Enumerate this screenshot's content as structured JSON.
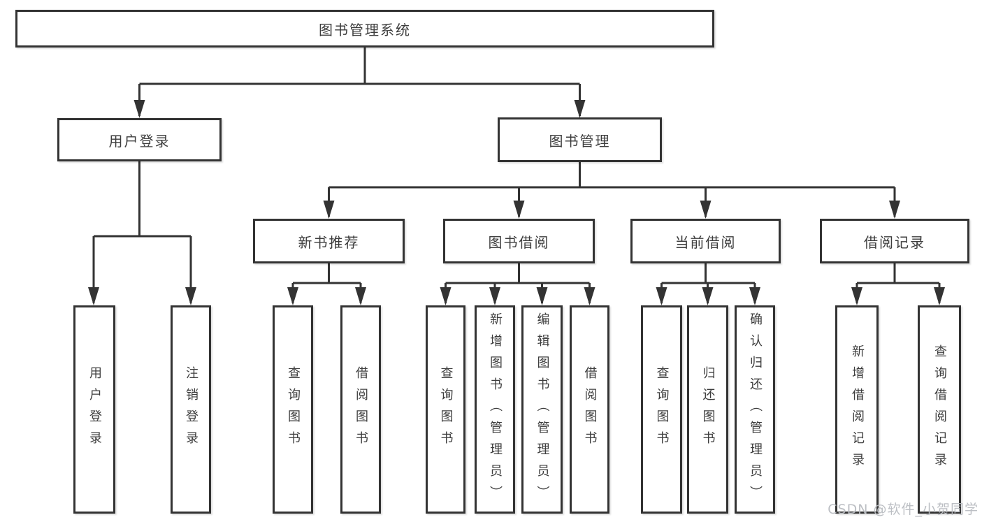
{
  "tree": {
    "label": "图书管理系统",
    "children": [
      {
        "label": "用户登录",
        "children": [
          {
            "label": "用户登录"
          },
          {
            "label": "注销登录"
          }
        ]
      },
      {
        "label": "图书管理",
        "children": [
          {
            "label": "新书推荐",
            "children": [
              {
                "label": "查询图书"
              },
              {
                "label": "借阅图书"
              }
            ]
          },
          {
            "label": "图书借阅",
            "children": [
              {
                "label": "查询图书"
              },
              {
                "label": "新增图书（管理员）"
              },
              {
                "label": "编辑图书（管理员）"
              },
              {
                "label": "借阅图书"
              }
            ]
          },
          {
            "label": "当前借阅",
            "children": [
              {
                "label": "查询图书"
              },
              {
                "label": "归还图书"
              },
              {
                "label": "确认归还（管理员）"
              }
            ]
          },
          {
            "label": "借阅记录",
            "children": [
              {
                "label": "新增借阅记录"
              },
              {
                "label": "查询借阅记录"
              }
            ]
          }
        ]
      }
    ]
  },
  "watermark": "CSDN @软件_小贺同学",
  "colors": {
    "line": "#333333",
    "box_border": "#333333",
    "text": "#3d3d3d",
    "watermark": "#b8bcc1",
    "background": "#ffffff"
  }
}
